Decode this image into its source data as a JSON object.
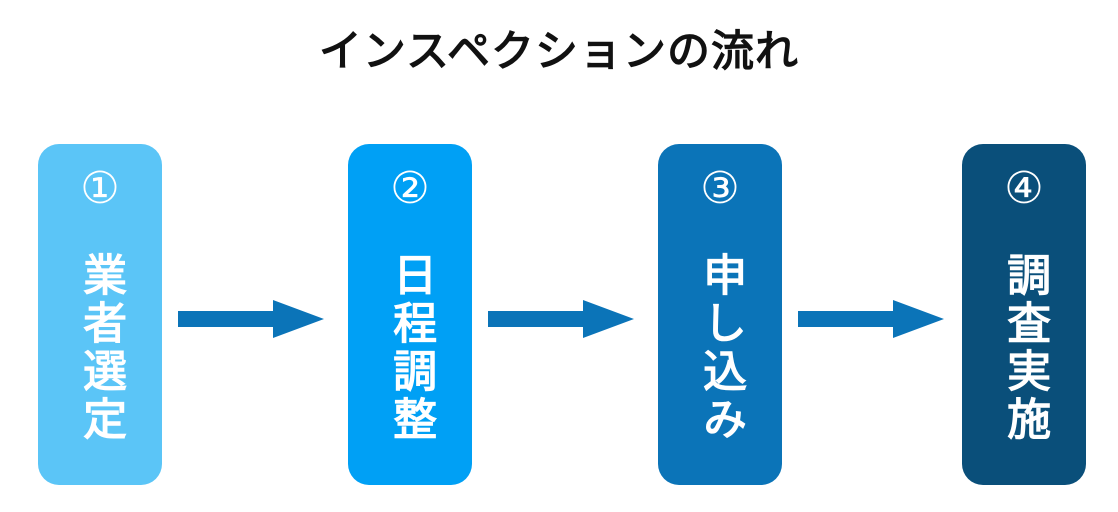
{
  "title": "インスペクションの流れ",
  "colors": {
    "background": "#ffffff",
    "title_text": "#111111",
    "arrow": "#0B74B8",
    "step_text": "#ffffff",
    "step_1": "#5BC5F7",
    "step_2": "#00A0F5",
    "step_3": "#0B74B8",
    "step_4": "#0A4F7A"
  },
  "flow": {
    "steps": [
      {
        "number": "①",
        "number_value": "1",
        "label": "業者選定",
        "color": "#5BC5F7"
      },
      {
        "number": "②",
        "number_value": "2",
        "label": "日程調整",
        "color": "#00A0F5"
      },
      {
        "number": "③",
        "number_value": "3",
        "label": "申し込み",
        "color": "#0B74B8"
      },
      {
        "number": "④",
        "number_value": "4",
        "label": "調査実施",
        "color": "#0A4F7A"
      }
    ],
    "arrows": [
      {
        "from": "①",
        "to": "②",
        "direction": "right"
      },
      {
        "from": "②",
        "to": "③",
        "direction": "right"
      },
      {
        "from": "③",
        "to": "④",
        "direction": "right"
      }
    ]
  }
}
